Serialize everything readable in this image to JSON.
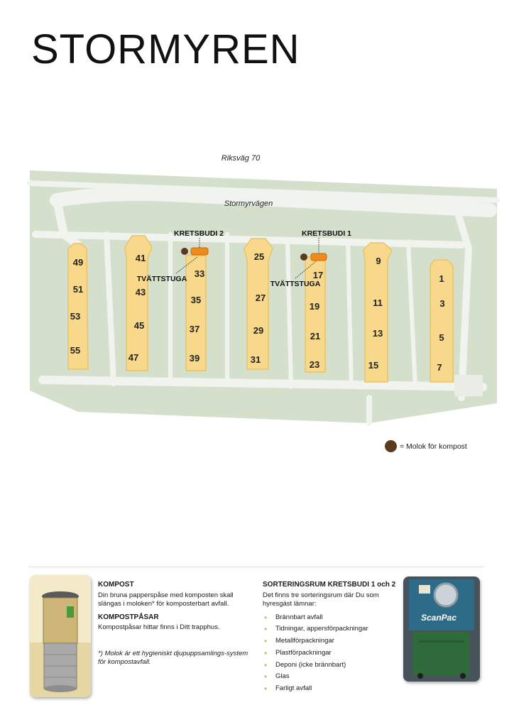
{
  "page": {
    "title": "STORMYREN"
  },
  "map": {
    "road_top": "Riksväg 70",
    "road_main": "Stormyrvägen",
    "kretsbudi_2": "KRETSBUDI 2",
    "kretsbudi_1": "KRETSBUDI 1",
    "tvattstuga_a": "TVÄTTSTUGA",
    "tvattstuga_b": "TVÄTTSTUGA",
    "b1": [
      "49",
      "51",
      "53",
      "55"
    ],
    "b2": [
      "41",
      "43",
      "45",
      "47"
    ],
    "b3": [
      "33",
      "35",
      "37",
      "39"
    ],
    "b4": [
      "25",
      "27",
      "29",
      "31"
    ],
    "b5": [
      "17",
      "19",
      "21",
      "23"
    ],
    "b6": [
      "9",
      "11",
      "13",
      "15"
    ],
    "b7": [
      "1",
      "3",
      "5",
      "7"
    ]
  },
  "legend": {
    "text": "= Molok för kompost"
  },
  "colors": {
    "ground": "#d4e0cc",
    "road": "#f1f3ef",
    "building": "#f8d98b",
    "building_edge": "#e9c26a",
    "orange": "#f08a1c",
    "molok": "#5b3a1e"
  },
  "kompost": {
    "heading": "KOMPOST",
    "text": "Din bruna papperspåse med komposten skall slängas i moloken* för komposterbart avfall.",
    "bags_heading": "KOMPOSTPÅSAR",
    "bags_text": "Kompostpåsar hittar finns i Ditt trapphus.",
    "note": "*) Molok är ett hygieniskt djupuppsamlings-system för kompostavfall."
  },
  "sortering": {
    "heading": "SORTERINGSRUM KRETSBUDI  1 och 2",
    "intro": "Det finns tre sorteringsrum där Du som hyresgäst lämnar:",
    "items": [
      "Brännbart avfall",
      "Tidningar, appersförpackningar",
      "Metallförpackningar",
      "Plastförpackningar",
      "Deponi (icke brännbart)",
      "Glas",
      "Farligt avfall"
    ]
  },
  "scanpac_label": "ScanPac"
}
